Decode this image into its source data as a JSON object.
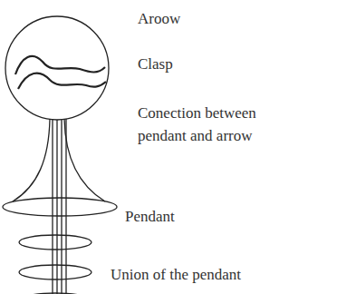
{
  "diagram": {
    "labels": [
      "Aroow",
      "Clasp",
      "Conection between pendant and arrow",
      "Pendant",
      "Union of the pendant"
    ]
  }
}
